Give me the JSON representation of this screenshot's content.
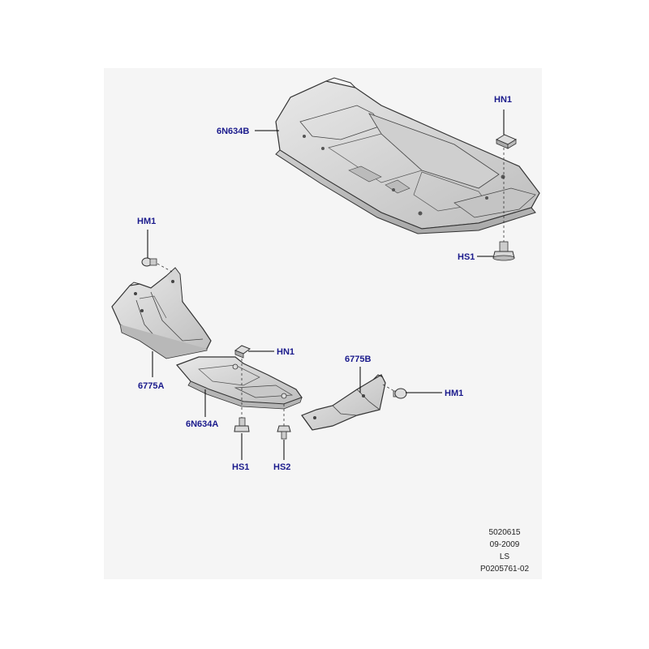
{
  "colors": {
    "callout_text": "#1a1a8c",
    "panel_bg": "#f5f5f5",
    "part_fill": "#dcdcdc",
    "part_stroke": "#333333"
  },
  "callouts": {
    "top_plate": "6N634B",
    "top_nut": "HN1",
    "top_bolt": "HS1",
    "left_clip": "HM1",
    "left_shield": "6775A",
    "mid_nut": "HN1",
    "mid_plate": "6N634A",
    "mid_bolt1": "HS1",
    "mid_bolt2": "HS2",
    "right_shield": "6775B",
    "right_clip": "HM1"
  },
  "footer": {
    "line1": "5020615",
    "line2": "09-2009",
    "line3": "LS",
    "line4": "P0205761-02"
  }
}
